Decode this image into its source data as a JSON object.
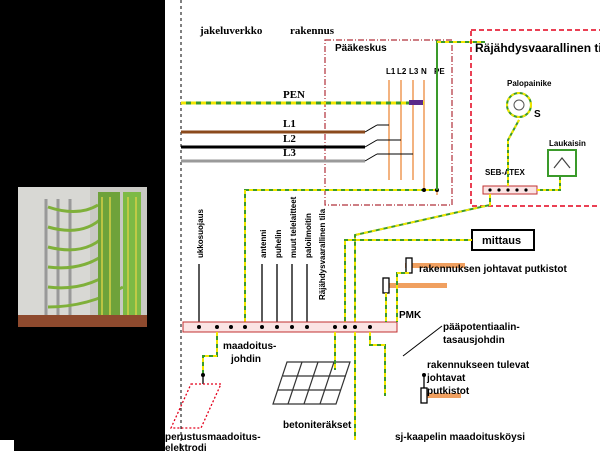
{
  "labels": {
    "jakeluverkko": "jakeluverkko",
    "rakennus": "rakennus",
    "paakeskus": "Pääkeskus",
    "l1": "L1",
    "l2": "L2",
    "l3": "L3",
    "n": "N",
    "pe": "PE",
    "pen": "PEN",
    "line_l1": "L1",
    "line_l2": "L2",
    "line_l3": "L3",
    "rajahdys": "Räjähdysvaarallinen tila",
    "palopainike": "Palopainike",
    "s": "S",
    "seb_atex": "SEB-ATEX",
    "mittaus": "mittaus",
    "ukkosuojaus": "ukkosuojaus",
    "antenni": "antenni",
    "puhelin": "puhelin",
    "muut_telelaitteet": "muut telelaitteet",
    "paloilmoitin": "paloilmoitin",
    "rajahdysvaarallinen_tila": "Räjähdysvaarallinen tila",
    "rak_johtavat_putkistot": "rakennuksen johtavat putkistot",
    "pmk": "PMK",
    "paapotentiaali": "pääpotentiaalin-",
    "tasausjohdin": "tasausjohdin",
    "maadoitus": "maadoitus-",
    "johdin": "johdin",
    "rak_tulevat_1": "rakennukseen tulevat",
    "rak_tulevat_2": "johtavat",
    "rak_tulevat_3": "putkistot",
    "perustus_1": "perustusmaadoitus-",
    "perustus_2": "elektrodi",
    "betoniteraset": "betoniteräkset",
    "sj_kaapeli": "sj-kaapelin maadoitusköysi"
  },
  "colors": {
    "pe_stripe_green": "#3a9a2a",
    "pe_stripe_yellow": "#f2e600",
    "l1": "#8b4a1c",
    "l2": "#000000",
    "l3": "#9a9a9a",
    "zone_red": "#e3001b",
    "bus_fill": "#fbe4e4",
    "bus_border": "#c23030",
    "pipe": "#f0a060",
    "panel_border": "#b0303a"
  }
}
